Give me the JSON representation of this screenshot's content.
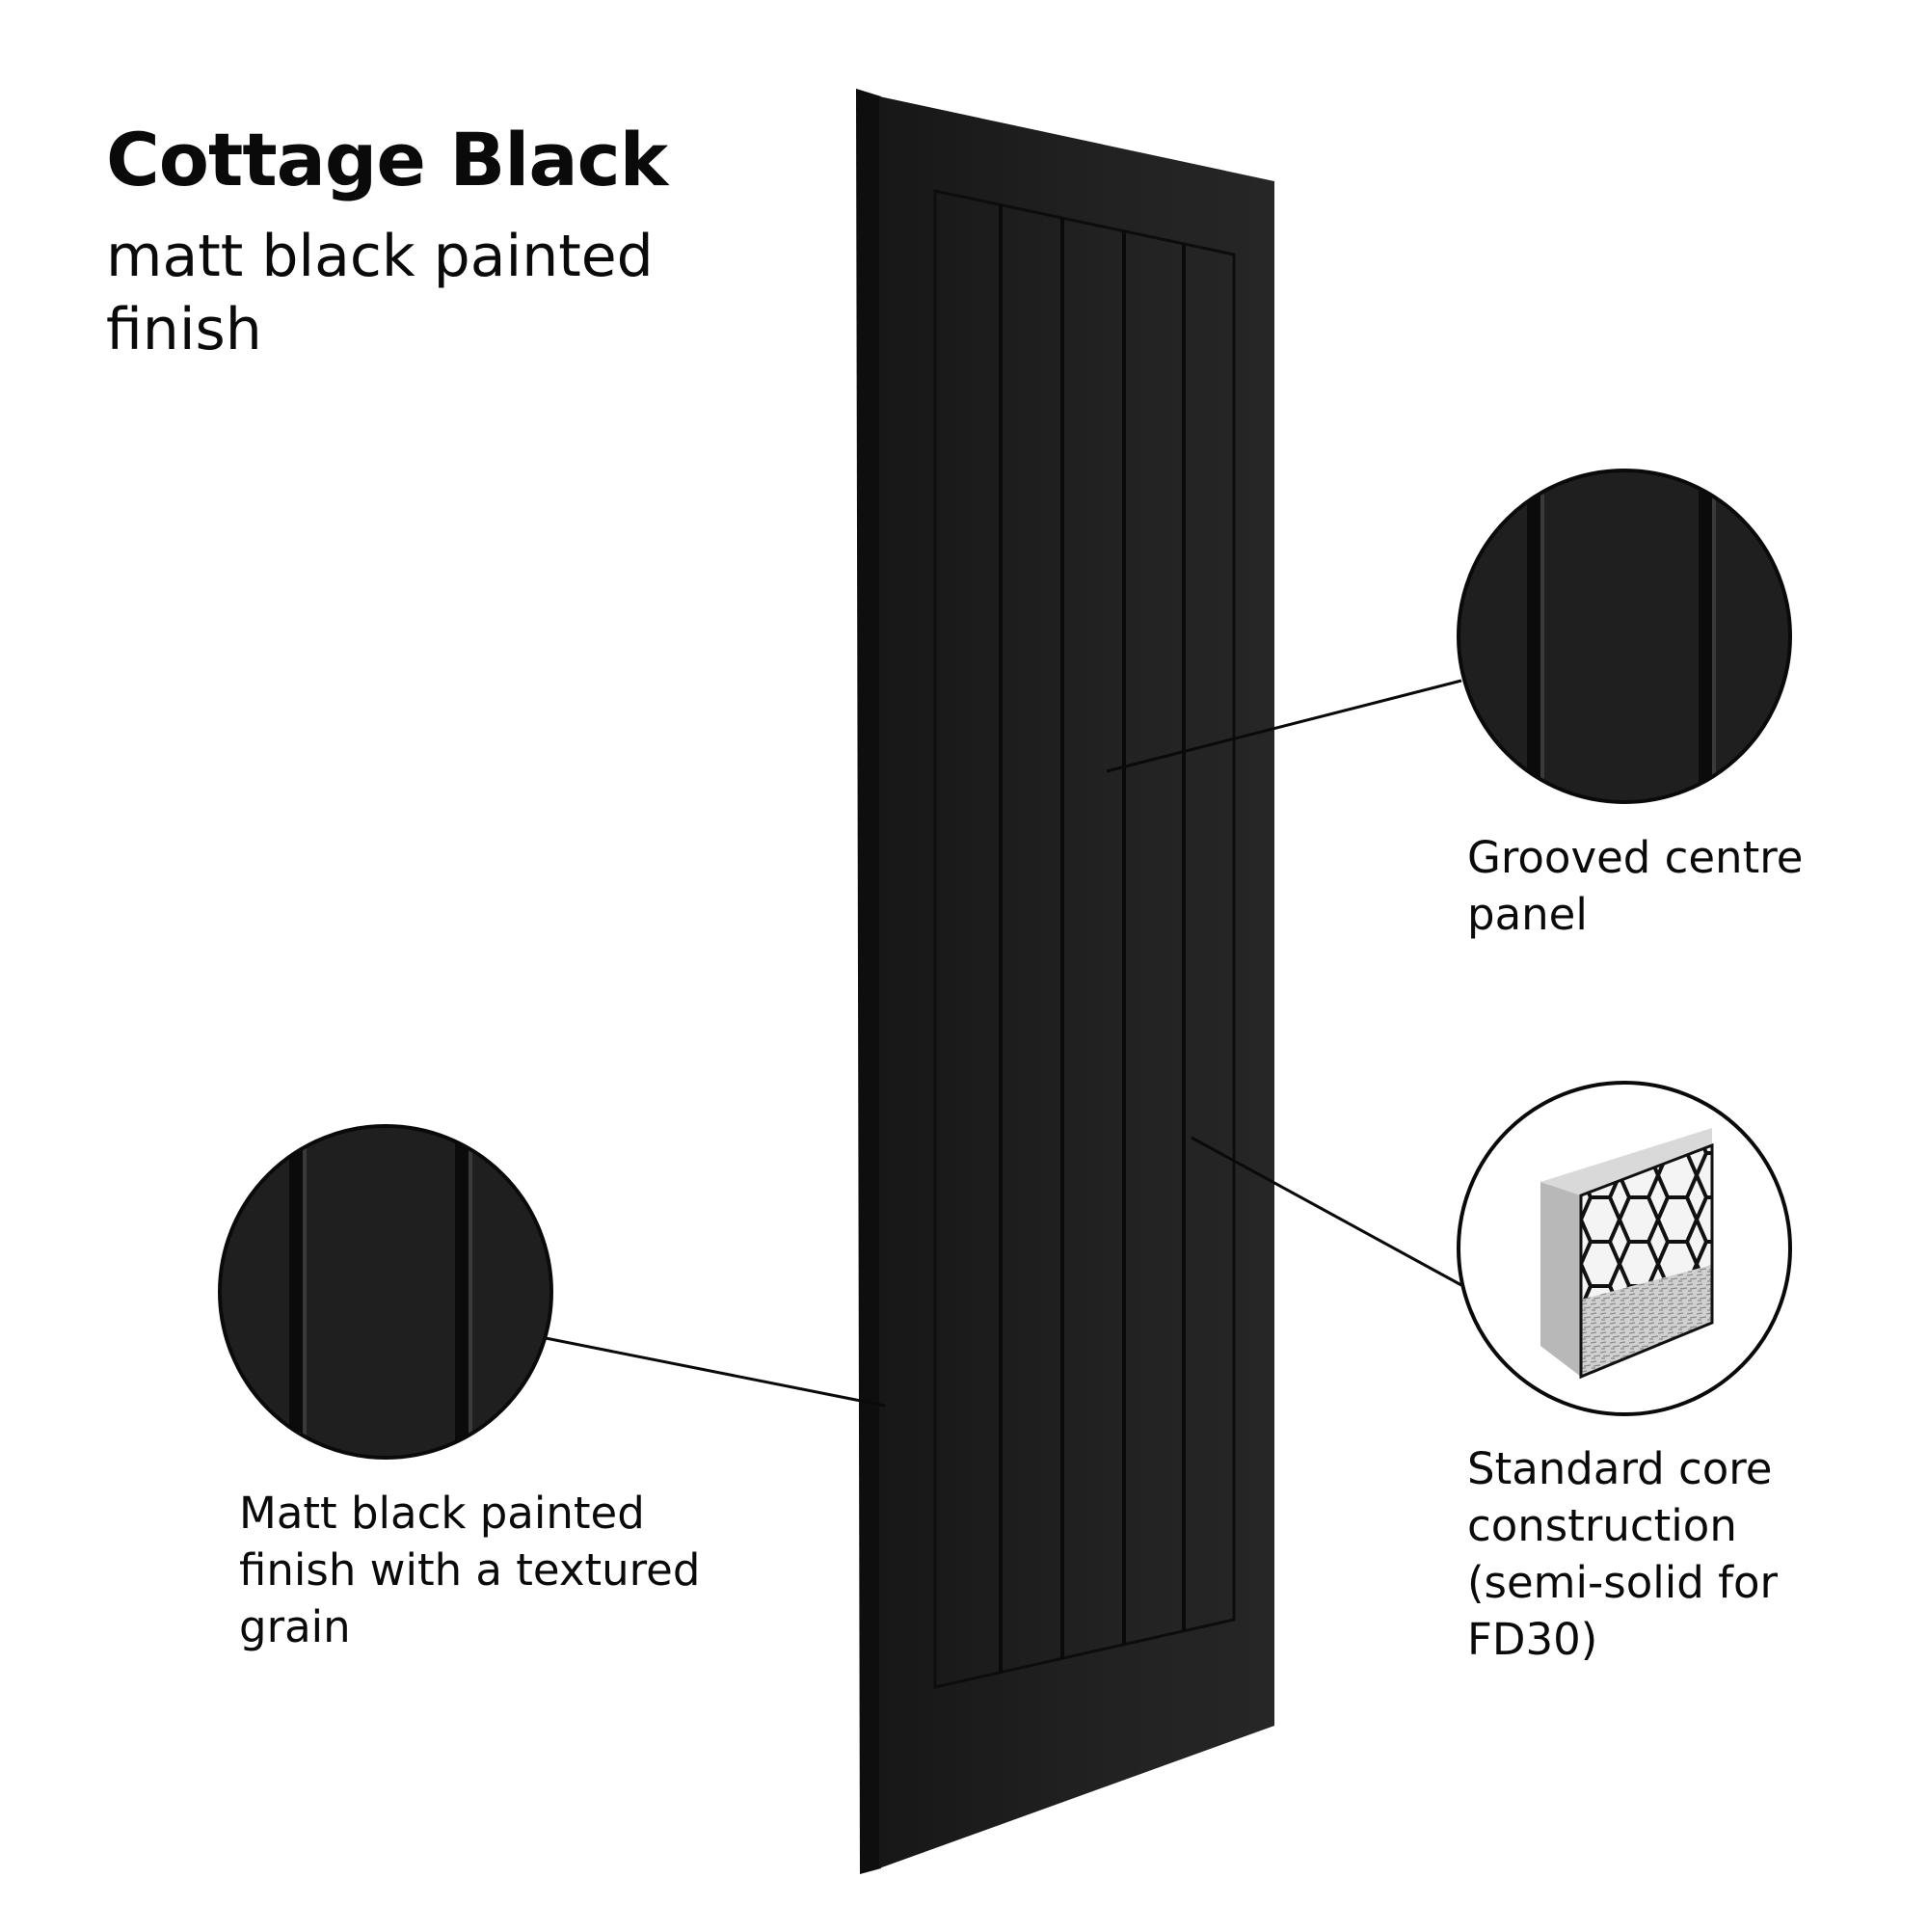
{
  "product": {
    "title": "Cottage Black",
    "subtitle": "matt black painted finish"
  },
  "callouts": {
    "grooved": "Grooved centre panel",
    "matt": "Matt black painted finish with a textured grain",
    "core": "Standard core construction (semi-solid for FD30)"
  },
  "colors": {
    "door": "#1c1c1c",
    "groove": "#0b0b0b",
    "core_edge": "#b8b8b8",
    "leader": "#0a0a0a"
  }
}
